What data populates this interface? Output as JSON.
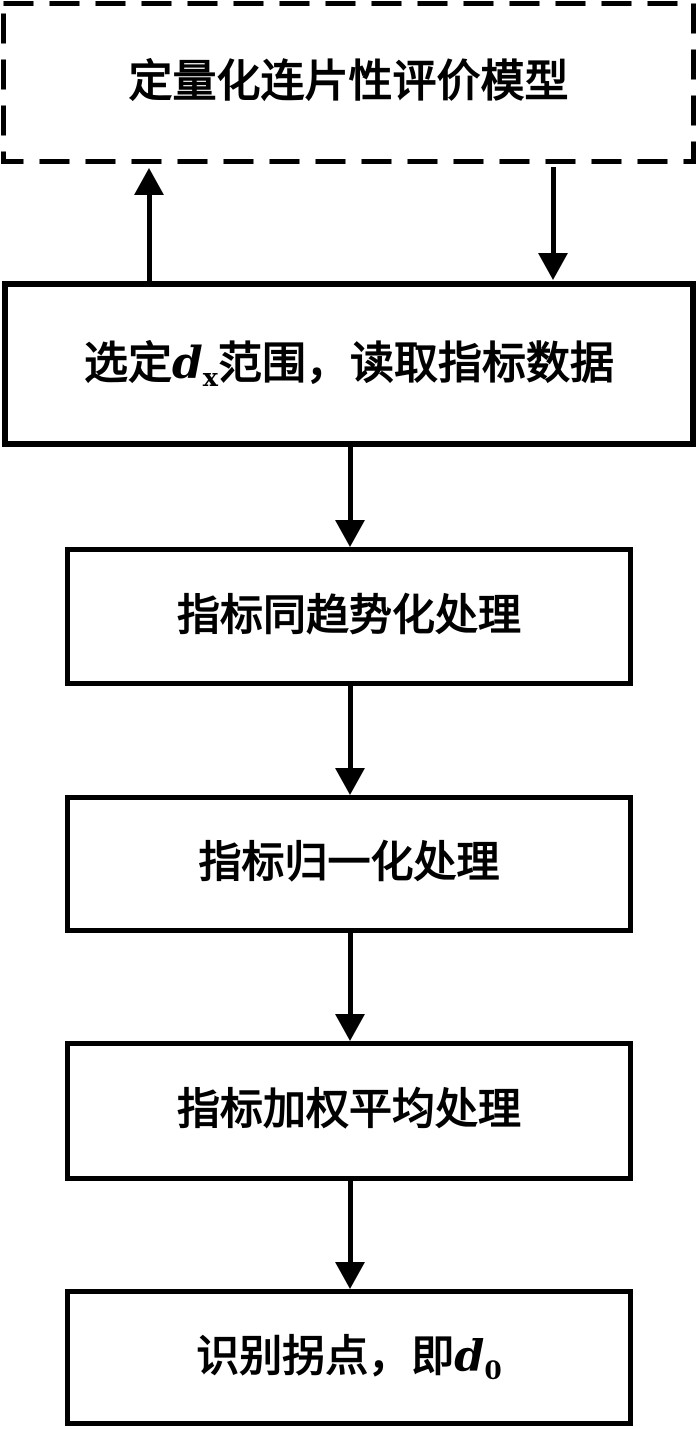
{
  "page": {
    "background_color": "#ffffff",
    "line_color": "#000000"
  },
  "flowchart": {
    "type": "flowchart",
    "nodes": [
      {
        "id": "model",
        "border": "dashed",
        "label": "定量化连片性评价模型"
      },
      {
        "id": "select-range",
        "border": "solid",
        "label_prefix": "选定",
        "label_var": "d",
        "label_sub": "x",
        "label_suffix": "范围，读取指标数据"
      },
      {
        "id": "cotrend",
        "border": "solid",
        "label": "指标同趋势化处理"
      },
      {
        "id": "normalize",
        "border": "solid",
        "label": "指标归一化处理"
      },
      {
        "id": "weighted-average",
        "border": "solid",
        "label": "指标加权平均处理"
      },
      {
        "id": "inflection-point",
        "border": "solid",
        "label_prefix": "识别拐点，即",
        "label_var": "d",
        "label_sub": "0",
        "label_suffix": ""
      }
    ],
    "connectors": [
      {
        "from": "select-range",
        "to": "model",
        "direction": "up"
      },
      {
        "from": "model",
        "to": "select-range",
        "direction": "down"
      },
      {
        "from": "select-range",
        "to": "cotrend",
        "direction": "down"
      },
      {
        "from": "cotrend",
        "to": "normalize",
        "direction": "down"
      },
      {
        "from": "normalize",
        "to": "weighted-average",
        "direction": "down"
      },
      {
        "from": "weighted-average",
        "to": "inflection-point",
        "direction": "down"
      }
    ]
  }
}
